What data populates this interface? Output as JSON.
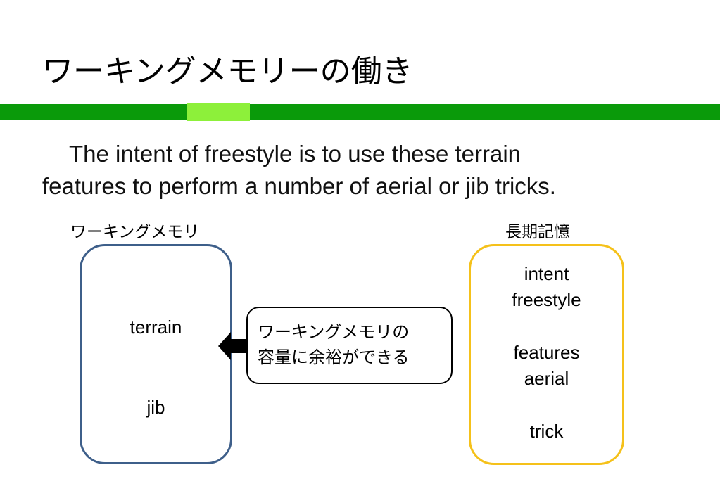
{
  "slide": {
    "title": "ワーキングメモリーの働き"
  },
  "sentence": {
    "line1": "The intent of freestyle is to use these terrain",
    "line2": "features to perform a number of aerial or jib tricks."
  },
  "working_memory": {
    "label": "ワーキングメモリ",
    "words": [
      "terrain",
      "jib"
    ]
  },
  "long_term_memory": {
    "label": "長期記憶",
    "words": [
      "intent",
      "freestyle",
      "features",
      "aerial",
      "trick"
    ]
  },
  "note": {
    "line1": "ワーキングメモリの",
    "line2": "容量に余裕ができる"
  },
  "colors": {
    "bar_dark": "#0a9a0a",
    "bar_light": "#8df03a",
    "working_memory_border": "#3e5f8a",
    "long_term_memory_border": "#f5c11a"
  }
}
